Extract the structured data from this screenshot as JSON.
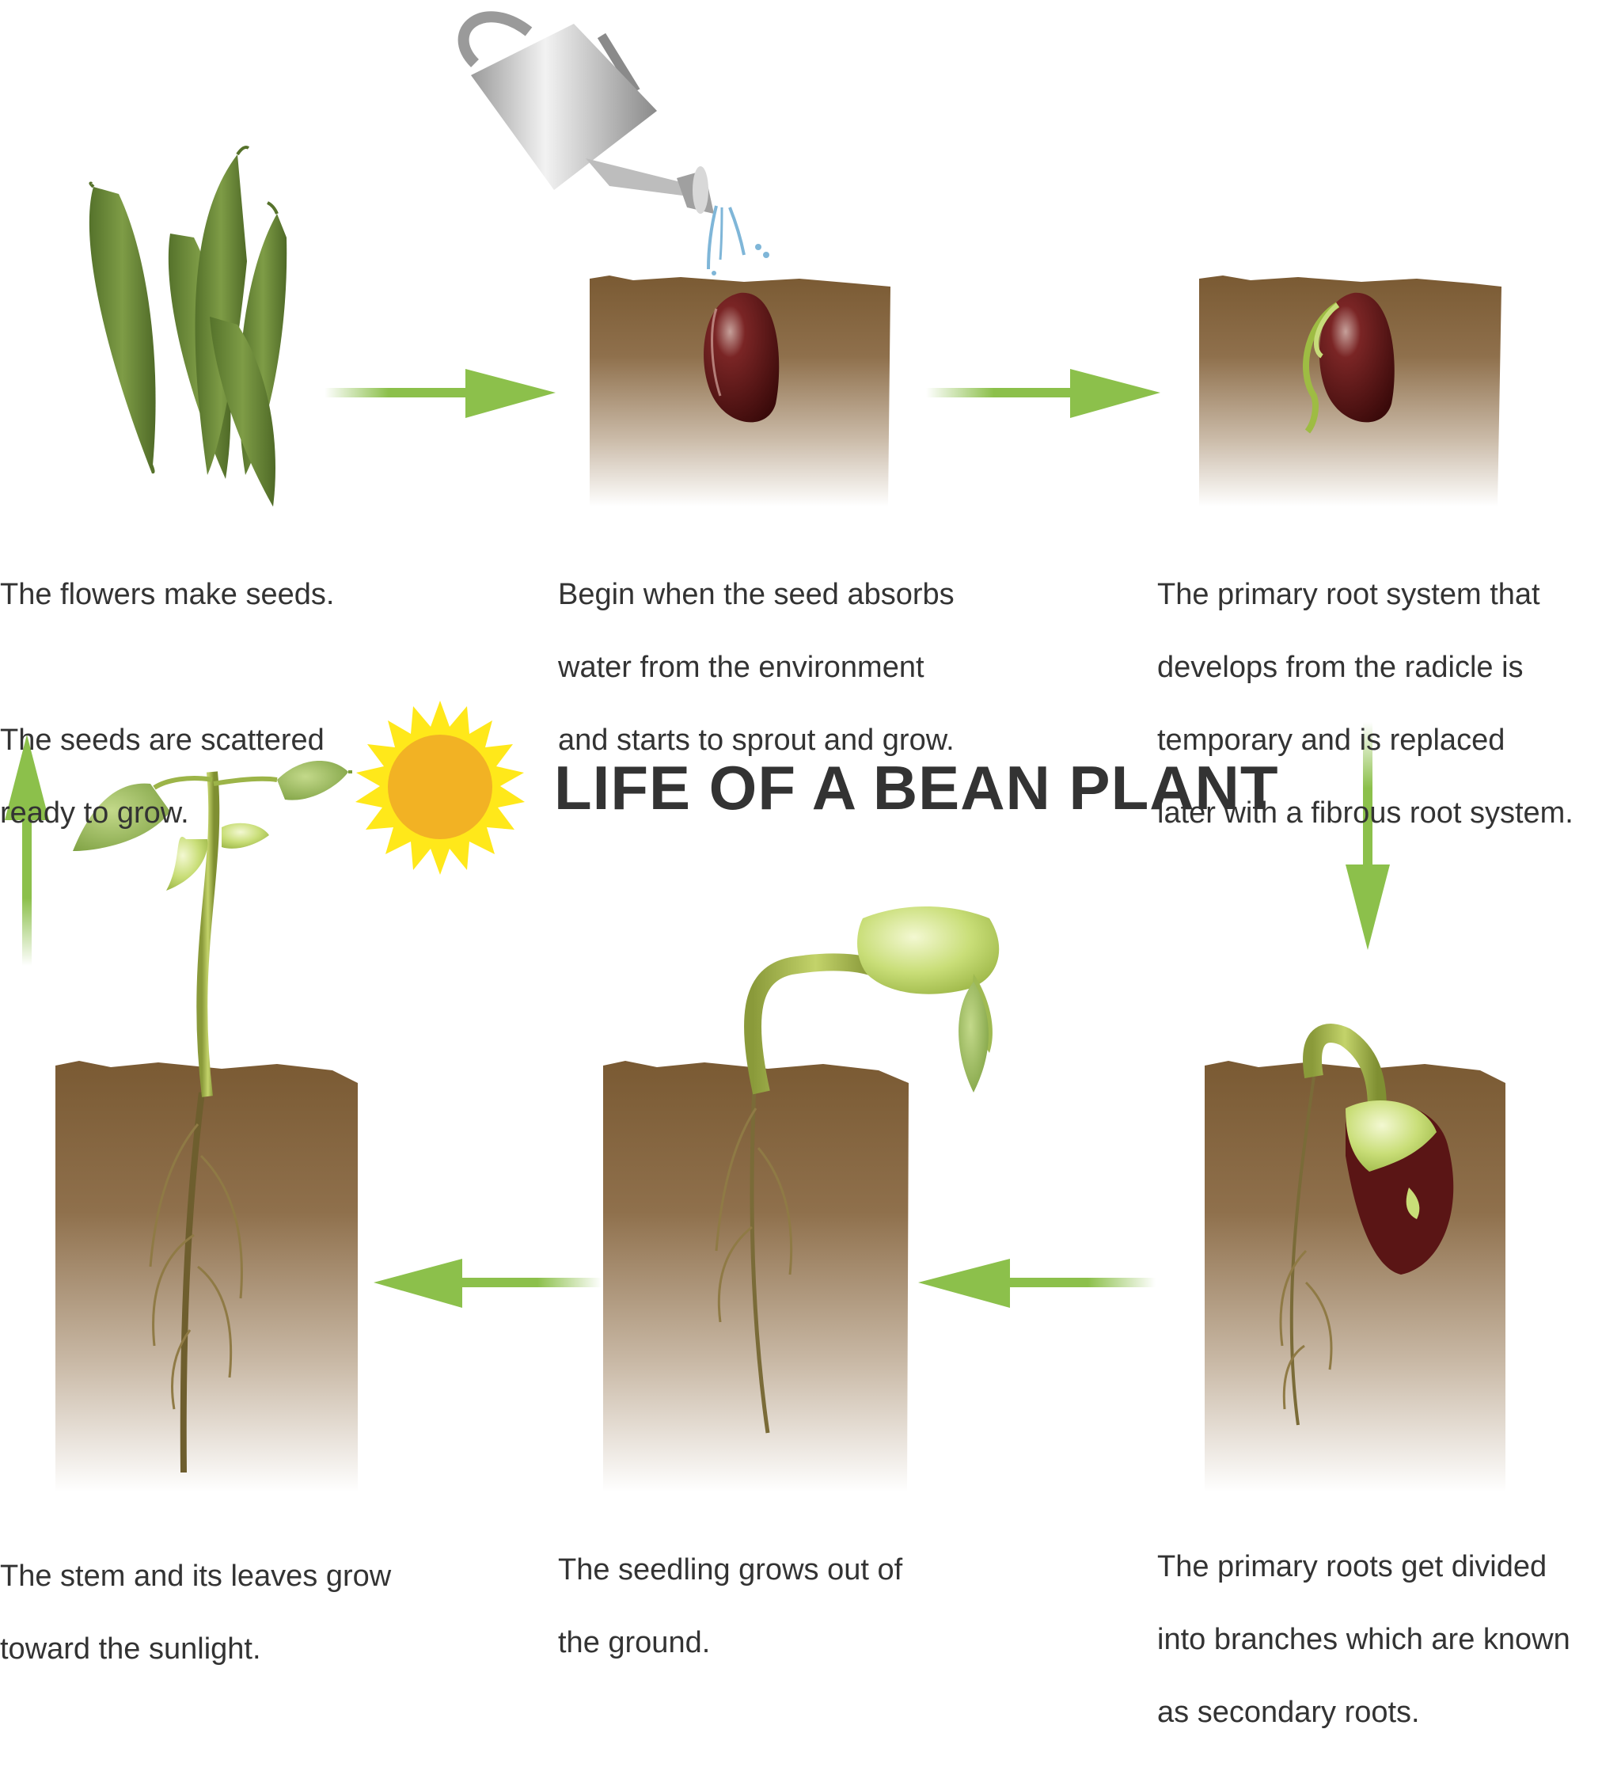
{
  "title": "LIFE OF A BEAN PLANT",
  "stages": [
    {
      "lines": [
        "The flowers make seeds.",
        "",
        "The seeds are scattered",
        " ready to grow."
      ]
    },
    {
      "lines": [
        "Begin when the seed absorbs",
        "water from the environment",
        "and starts to sprout and grow."
      ]
    },
    {
      "lines": [
        "The primary root system that",
        "develops from the radicle is",
        "temporary and is replaced",
        "later with a fibrous root system."
      ]
    },
    {
      "lines": [
        "The primary roots get divided",
        "into branches which are known",
        "as secondary roots."
      ]
    },
    {
      "lines": [
        "The seedling grows out of",
        "the ground."
      ]
    },
    {
      "lines": [
        "The stem and its leaves grow",
        "toward the sunlight."
      ]
    }
  ],
  "colors": {
    "arrow": "#8cc04b",
    "soil_top": "#7a5a33",
    "soil_bottom": "#ffffff",
    "seed": "#6a1a1a",
    "pod": "#6f8f3a",
    "sprout": "#b5cc52",
    "sun": "#f2b224",
    "sun_rays": "#ffe81a",
    "text": "#333333"
  },
  "icons": [
    "bean-pod-icon",
    "watering-can-icon",
    "bean-seed-icon",
    "sun-icon",
    "seedling-icon",
    "bean-plant-icon"
  ]
}
